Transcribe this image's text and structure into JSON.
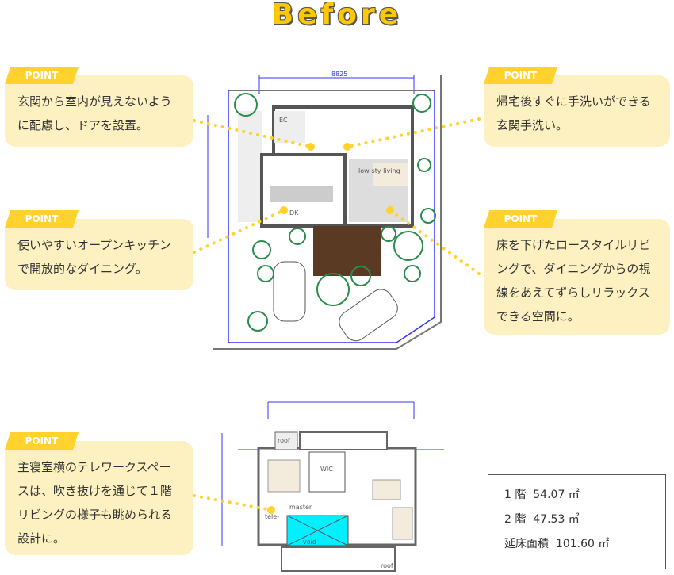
{
  "title": "Before",
  "points": [
    {
      "tag": "POINT",
      "text": "玄関から室内が見えないように配慮し、ドアを設置。"
    },
    {
      "tag": "POINT",
      "text": "帰宅後すぐに手洗いができる玄関手洗い。"
    },
    {
      "tag": "POINT",
      "text": "使いやすいオープンキッチンで開放的なダイニング。"
    },
    {
      "tag": "POINT",
      "text": "床を下げたロースタイルリビングで、ダイニングからの視線をあえてずらしリラックスできる空間に。"
    },
    {
      "tag": "POINT",
      "text": "主寝室横のテレワークスペースは、吹き抜けを通じて１階リビングの様子も眺められる設計に。"
    }
  ],
  "floor1_labels": {
    "ec": "EC",
    "living": "low-sty living",
    "dk": "DK",
    "dim": "8825"
  },
  "floor2_labels": {
    "roof_top": "roof",
    "wic": "WIC",
    "master": "master",
    "tele": "tele-",
    "void": "void",
    "roof_bottom": "roof"
  },
  "area": {
    "f1_label": "1 階",
    "f1_value": "54.07 ㎡",
    "f2_label": "2 階",
    "f2_value": "47.53 ㎡",
    "total_label": "延床面積",
    "total_value": "101.60 ㎡"
  },
  "colors": {
    "accent": "#ffd22e",
    "card": "#fdf1c1",
    "void": "#00f0ff",
    "deck": "#5a3a22",
    "tree": "#2a8c4a"
  }
}
